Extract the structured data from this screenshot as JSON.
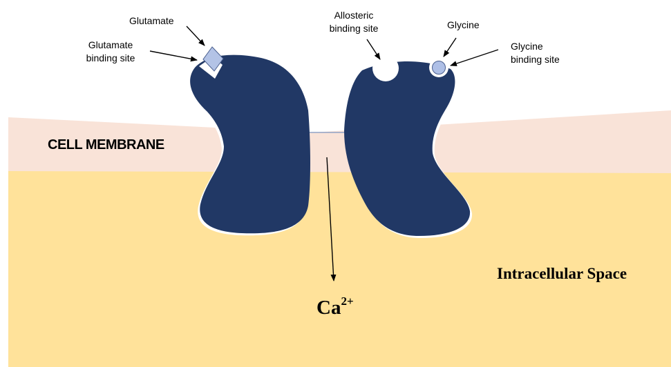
{
  "labels": {
    "glutamate": "Glutamate",
    "glutamate_site_line1": "Glutamate",
    "glutamate_site_line2": "binding site",
    "allosteric_line1": "Allosteric",
    "allosteric_line2": "binding site",
    "glycine": "Glycine",
    "glycine_site_line1": "Glycine",
    "glycine_site_line2": "binding site",
    "cell_membrane": "CELL MEMBRANE",
    "intracellular": "Intracellular Space",
    "ion_base": "Ca",
    "ion_charge": "2+"
  },
  "colors": {
    "background": "#ffffff",
    "membrane": "#f9e3d8",
    "intracellular": "#ffe29a",
    "receptor": "#213865",
    "glutamate_ligand": "#b3c3e6",
    "glycine_ligand": "#aebfe6",
    "channel_edge": "#8fa2c6"
  }
}
